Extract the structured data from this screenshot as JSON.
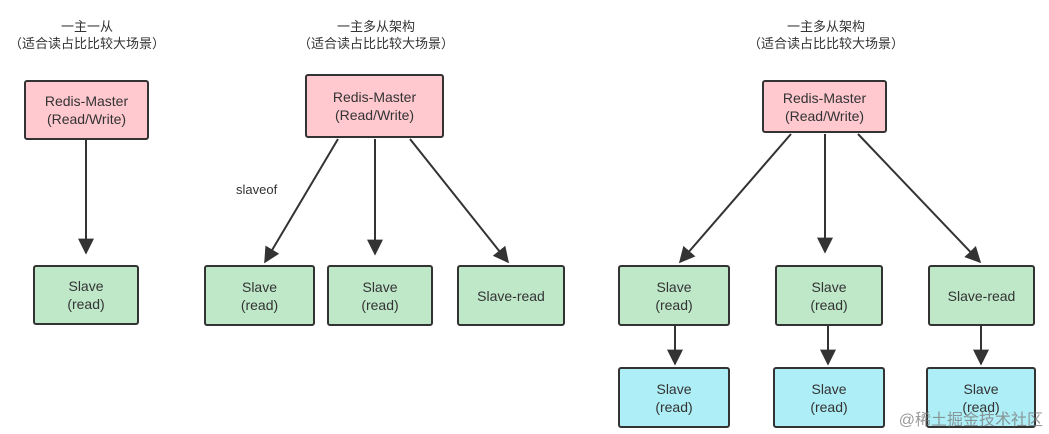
{
  "groups": [
    {
      "title": "一主一从",
      "subtitle": "（适合读占比比较大场景）",
      "master": {
        "line1": "Redis-Master",
        "line2": "(Read/Write)"
      },
      "slaves": [
        {
          "line1": "Slave",
          "line2": "(read)"
        }
      ]
    },
    {
      "title": "一主多从架构",
      "subtitle": "（适合读占比比较大场景）",
      "edge_label": "slaveof",
      "master": {
        "line1": "Redis-Master",
        "line2": "(Read/Write)"
      },
      "slaves": [
        {
          "line1": "Slave",
          "line2": "(read)"
        },
        {
          "line1": "Slave",
          "line2": "(read)"
        },
        {
          "line1": "Slave-read",
          "line2": ""
        }
      ]
    },
    {
      "title": "一主多从架构",
      "subtitle": "（适合读占比比较大场景）",
      "master": {
        "line1": "Redis-Master",
        "line2": "(Read/Write)"
      },
      "slaves": [
        {
          "line1": "Slave",
          "line2": "(read)"
        },
        {
          "line1": "Slave",
          "line2": "(read)"
        },
        {
          "line1": "Slave-read",
          "line2": ""
        }
      ],
      "sub_slaves": [
        {
          "line1": "Slave",
          "line2": "(read)"
        },
        {
          "line1": "Slave",
          "line2": "(read)"
        },
        {
          "line1": "Slave",
          "line2": "(read)"
        }
      ]
    }
  ],
  "watermark": "@稀土掘金技术社区",
  "colors": {
    "master_fill": "#ffc9cf",
    "slave_fill": "#bfe8c9",
    "sub_slave_fill": "#aeeef6",
    "stroke": "#333333"
  }
}
